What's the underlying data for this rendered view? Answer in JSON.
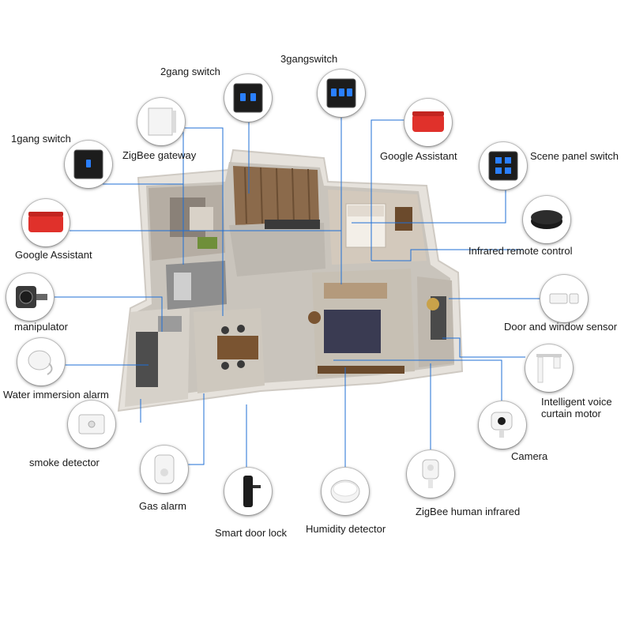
{
  "labels": {
    "switch_1gang": "1gang switch",
    "switch_2gang": "2gang switch",
    "switch_3gang": "3gangswitch",
    "zigbee_gateway": "ZigBee gateway",
    "google_assistant_left": "Google Assistant",
    "google_assistant_right": "Google Assistant",
    "scene_panel_switch": "Scene panel switch",
    "infrared_remote_control": "Infrared remote control",
    "manipulator": "manipulator",
    "door_window_sensor": "Door and window sensor",
    "water_immersion_alarm": "Water immersion alarm",
    "curtain_motor_line1": "Intelligent voice",
    "curtain_motor_line2": "curtain motor",
    "smoke_detector": "smoke detector",
    "camera": "Camera",
    "gas_alarm": "Gas alarm",
    "smart_door_lock": "Smart door lock",
    "humidity_detector": "Humidity detector",
    "zigbee_human_infrared": "ZigBee human infrared"
  },
  "colors": {
    "connector": "#1f6fd6",
    "switch_panel": "#1c1c1c",
    "switch_led": "#2a7fff",
    "speaker_red": "#e0312b",
    "device_white": "#f2f2f2",
    "floor_wall": "#e9e5df",
    "floor_tile": "#b9b4ac",
    "wood": "#6b4a2c"
  }
}
